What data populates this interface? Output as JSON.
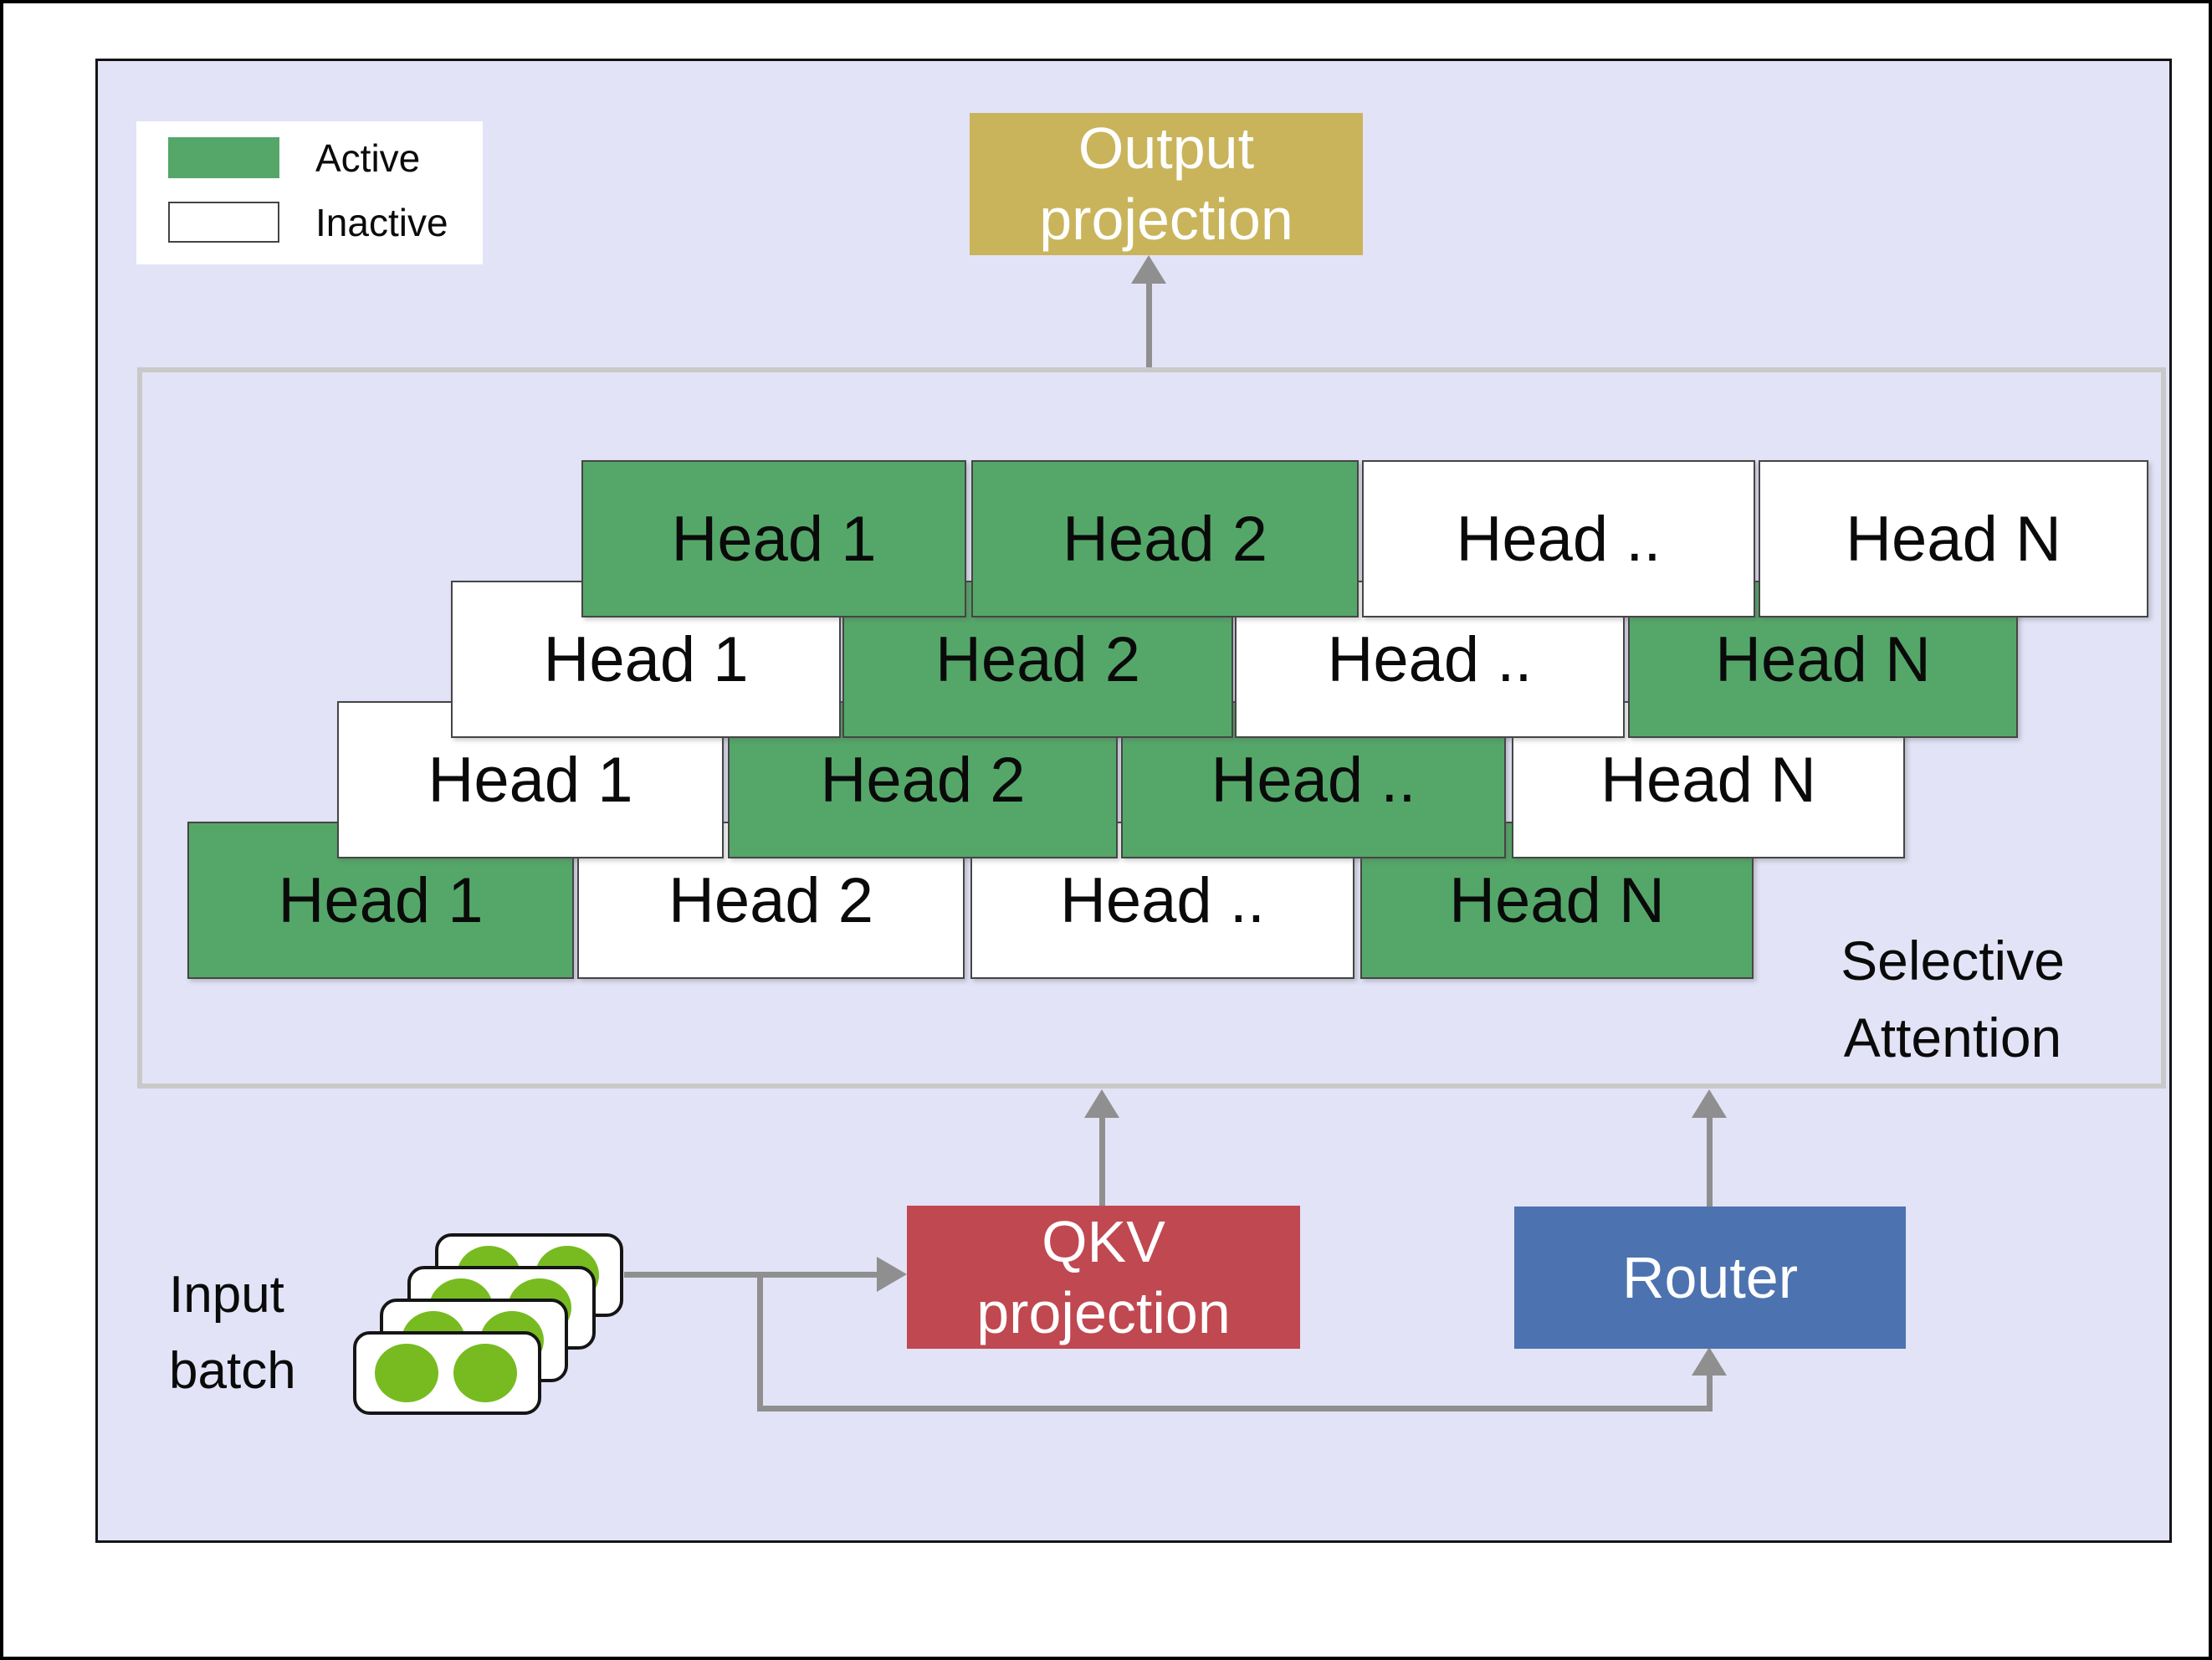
{
  "legend": {
    "items": [
      {
        "label": "Active",
        "state": "active"
      },
      {
        "label": "Inactive",
        "state": "inactive"
      }
    ]
  },
  "output_projection": {
    "lines": [
      "Output",
      "projection"
    ]
  },
  "attention": {
    "label_lines": [
      "Selective",
      "Attention"
    ],
    "rows": [
      {
        "cells": [
          {
            "label": "Head 1",
            "active": true
          },
          {
            "label": "Head 2",
            "active": true
          },
          {
            "label": "Head ..",
            "active": false
          },
          {
            "label": "Head N",
            "active": false
          }
        ]
      },
      {
        "cells": [
          {
            "label": "Head 1",
            "active": false
          },
          {
            "label": "Head 2",
            "active": true
          },
          {
            "label": "Head ..",
            "active": false
          },
          {
            "label": "Head N",
            "active": true
          }
        ]
      },
      {
        "cells": [
          {
            "label": "Head 1",
            "active": false
          },
          {
            "label": "Head 2",
            "active": true
          },
          {
            "label": "Head ..",
            "active": true
          },
          {
            "label": "Head N",
            "active": false
          }
        ]
      },
      {
        "cells": [
          {
            "label": "Head 1",
            "active": true
          },
          {
            "label": "Head 2",
            "active": false
          },
          {
            "label": "Head ..",
            "active": false
          },
          {
            "label": "Head N",
            "active": true
          }
        ]
      }
    ]
  },
  "qkv_projection": {
    "lines": [
      "QKV",
      "projection"
    ]
  },
  "router": {
    "label": "Router"
  },
  "input_batch": {
    "label_lines": [
      "Input",
      "batch"
    ],
    "cards": 4,
    "tokens_per_card": 2
  },
  "colors": {
    "panel-lavender": "#e2e3f6",
    "active-green": "#55a769",
    "inactive-white": "#ffffff",
    "output-tan": "#c9b45c",
    "qkv-red": "#c04850",
    "router-blue": "#4c73b0",
    "connector-gray": "#8f8f8f",
    "container-border": "#c9c9c9",
    "token-green": "#77bb21"
  }
}
